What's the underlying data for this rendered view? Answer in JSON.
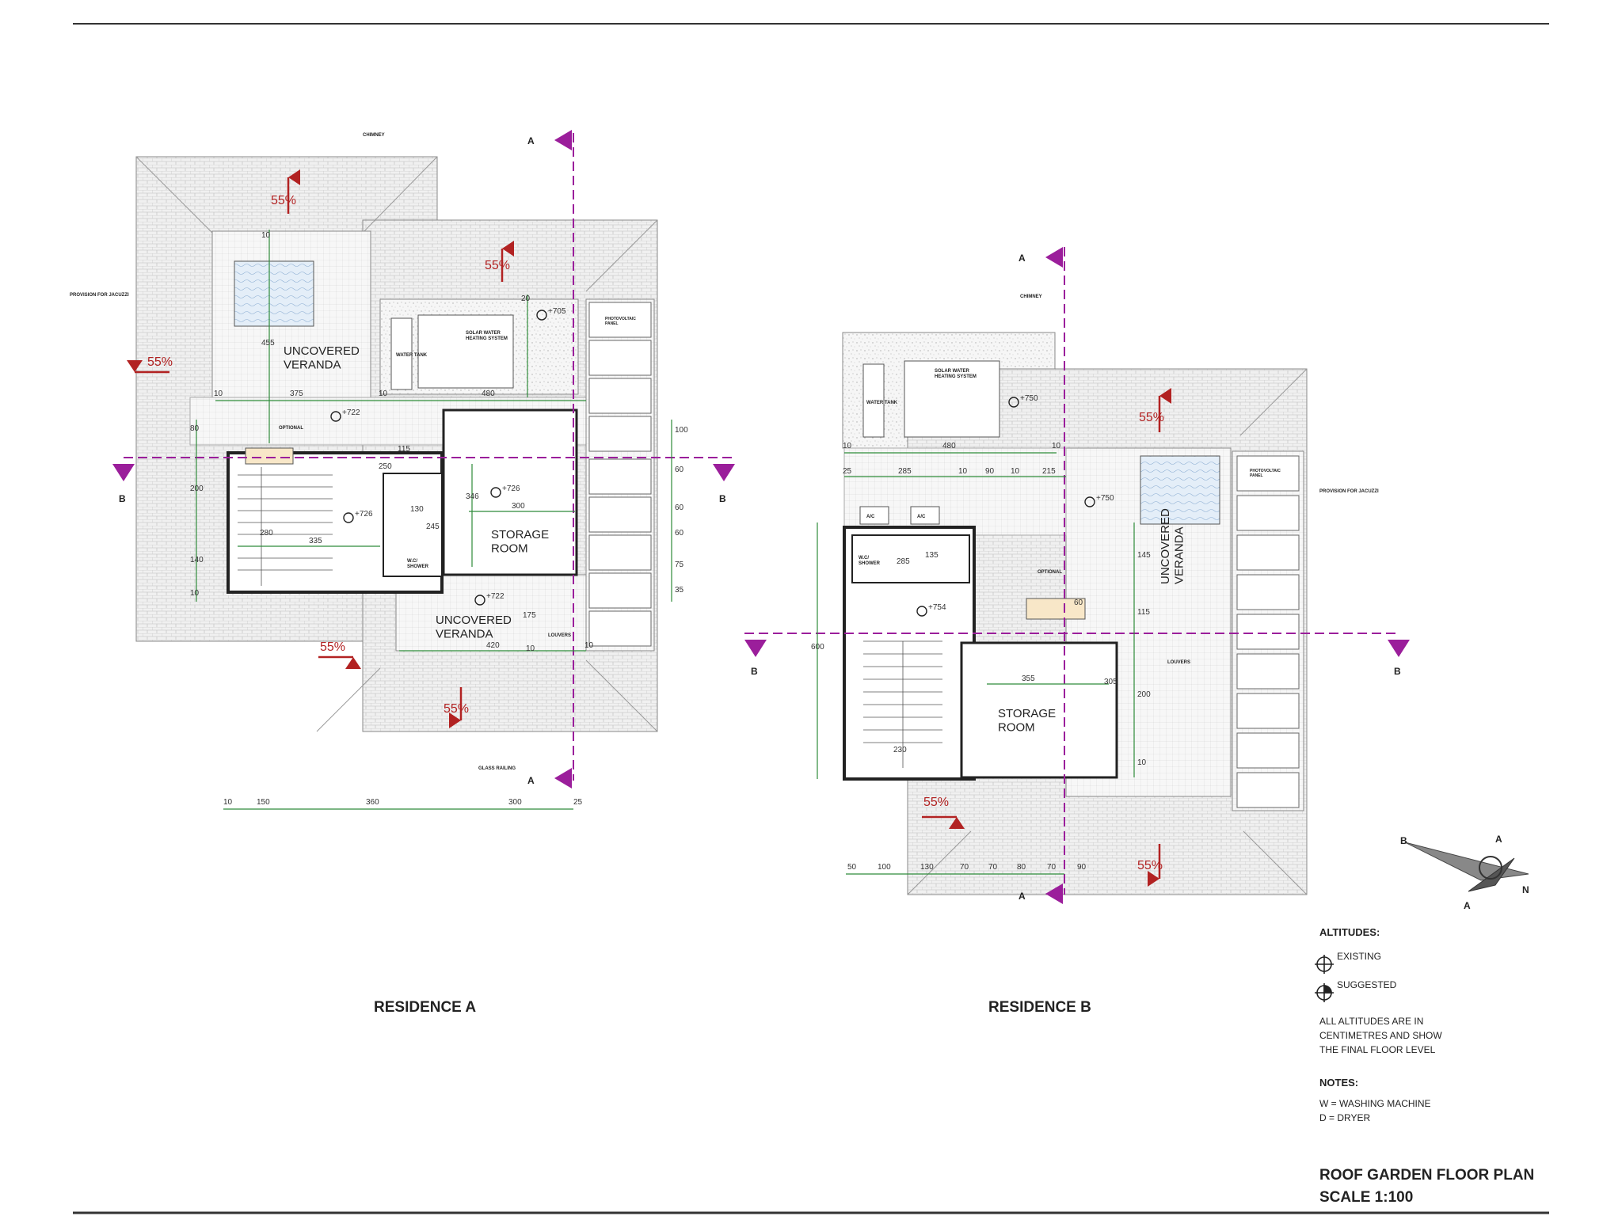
{
  "residence_a": {
    "title": "RESIDENCE A",
    "labels": {
      "chimney": "CHIMNEY",
      "jacuzzi": "PROVISION FOR JACUZZI",
      "veranda_top": "UNCOVERED\nVERANDA",
      "veranda_bottom": "UNCOVERED\nVERANDA",
      "optional": "OPTIONAL",
      "storage": "STORAGE\nROOM",
      "wc": "W.C/\nSHOWER",
      "water_tank": "WATER TANK",
      "solar": "SOLAR WATER\nHEATING SYSTEM",
      "louvers": "LOUVERS",
      "glass": "GLASS RAILING",
      "pv": "PHOTOVOLTAIC\nPANEL"
    },
    "slopes": [
      "55%",
      "55%",
      "55%",
      "55%",
      "55%"
    ],
    "levels": [
      "+722",
      "+705",
      "+726",
      "+726",
      "+722"
    ],
    "dims_vertical": [
      "10",
      "455",
      "80",
      "200",
      "140",
      "10",
      "20",
      "115",
      "245",
      "130",
      "346",
      "280",
      "175",
      "10",
      "100",
      "60",
      "60",
      "60",
      "75",
      "35"
    ],
    "dims_horizontal": [
      "10",
      "375",
      "10",
      "480",
      "250",
      "335",
      "300",
      "420",
      "10"
    ],
    "dims_bottom": [
      "10",
      "150",
      "360",
      "300",
      "25"
    ],
    "sections": [
      "A",
      "A",
      "B",
      "B"
    ]
  },
  "residence_b": {
    "title": "RESIDENCE B",
    "labels": {
      "chimney": "CHIMNEY",
      "jacuzzi": "PROVISION FOR JACUZZI",
      "veranda": "UNCOVERED\nVERANDA",
      "optional": "OPTIONAL",
      "storage": "STORAGE\nROOM",
      "wc": "W.C/\nSHOWER",
      "water_tank": "WATER TANK",
      "solar": "SOLAR WATER\nHEATING SYSTEM",
      "louvers": "LOUVERS",
      "ac": "A/C",
      "pv": "PHOTOVOLTAIC\nPANEL"
    },
    "slopes": [
      "55%",
      "55%",
      "55%"
    ],
    "levels": [
      "+750",
      "+750",
      "+754"
    ],
    "dims_vertical": [
      "600",
      "135",
      "60",
      "145",
      "115",
      "200",
      "305",
      "10"
    ],
    "dims_horizontal": [
      "10",
      "480",
      "10",
      "25",
      "285",
      "10",
      "90",
      "10",
      "215",
      "285",
      "355",
      "230"
    ],
    "dims_bottom": [
      "50",
      "100",
      "130",
      "70",
      "70",
      "80",
      "70",
      "90"
    ],
    "sections": [
      "A",
      "A",
      "B",
      "B"
    ]
  },
  "legend": {
    "altitudes_title": "ALTITUDES:",
    "existing": "EXISTING",
    "suggested": "SUGGESTED",
    "altitudes_note": [
      "ALL ALTITUDES ARE IN",
      "CENTIMETRES AND SHOW",
      "THE FINAL FLOOR LEVEL"
    ],
    "notes_title": "NOTES:",
    "notes": [
      "W = WASHING MACHINE",
      "D = DRYER"
    ]
  },
  "title_block": {
    "title": "ROOF GARDEN FLOOR PLAN",
    "scale": "SCALE 1:100"
  },
  "north_arrow": {
    "letters": [
      "B",
      "A",
      "A",
      "N"
    ]
  },
  "colors": {
    "section_line": "#9b1e9b",
    "slope_arrow": "#b22222",
    "dimension_line": "#2e8b3a",
    "tile_fill": "#eeeeee",
    "pool_fill": "#dde9f5"
  }
}
